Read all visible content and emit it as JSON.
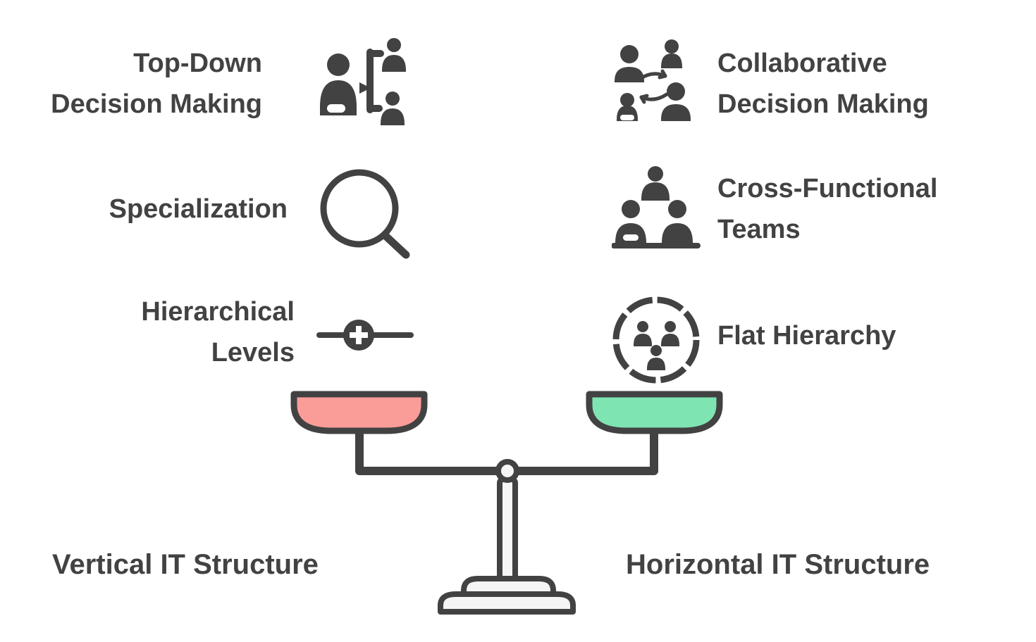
{
  "colors": {
    "ink": "#424242",
    "pan_left_pink": "#FA9D99",
    "pan_right_green": "#7EE4B2",
    "stand_light": "#F5F5F5",
    "background": "#FFFFFF"
  },
  "rows": [
    {
      "left": {
        "label": "Top-Down\nDecision Making",
        "icon": "top-down-hierarchy-icon"
      },
      "right": {
        "label": "Collaborative\nDecision Making",
        "icon": "collaborative-people-icon"
      }
    },
    {
      "left": {
        "label": "Specialization",
        "icon": "magnifier-icon"
      },
      "right": {
        "label": "Cross-Functional\nTeams",
        "icon": "team-group-icon"
      }
    },
    {
      "left": {
        "label": "Hierarchical\nLevels",
        "icon": "node-plus-icon"
      },
      "right": {
        "label": "Flat Hierarchy",
        "icon": "flat-circle-people-icon"
      }
    }
  ],
  "scale": {
    "left_pan_color": "#FA9D99",
    "right_pan_color": "#7EE4B2",
    "stand_color": "#F5F5F5",
    "outline_color": "#424242"
  },
  "footer": {
    "left_label": "Vertical IT Structure",
    "right_label": "Horizontal IT Structure"
  }
}
